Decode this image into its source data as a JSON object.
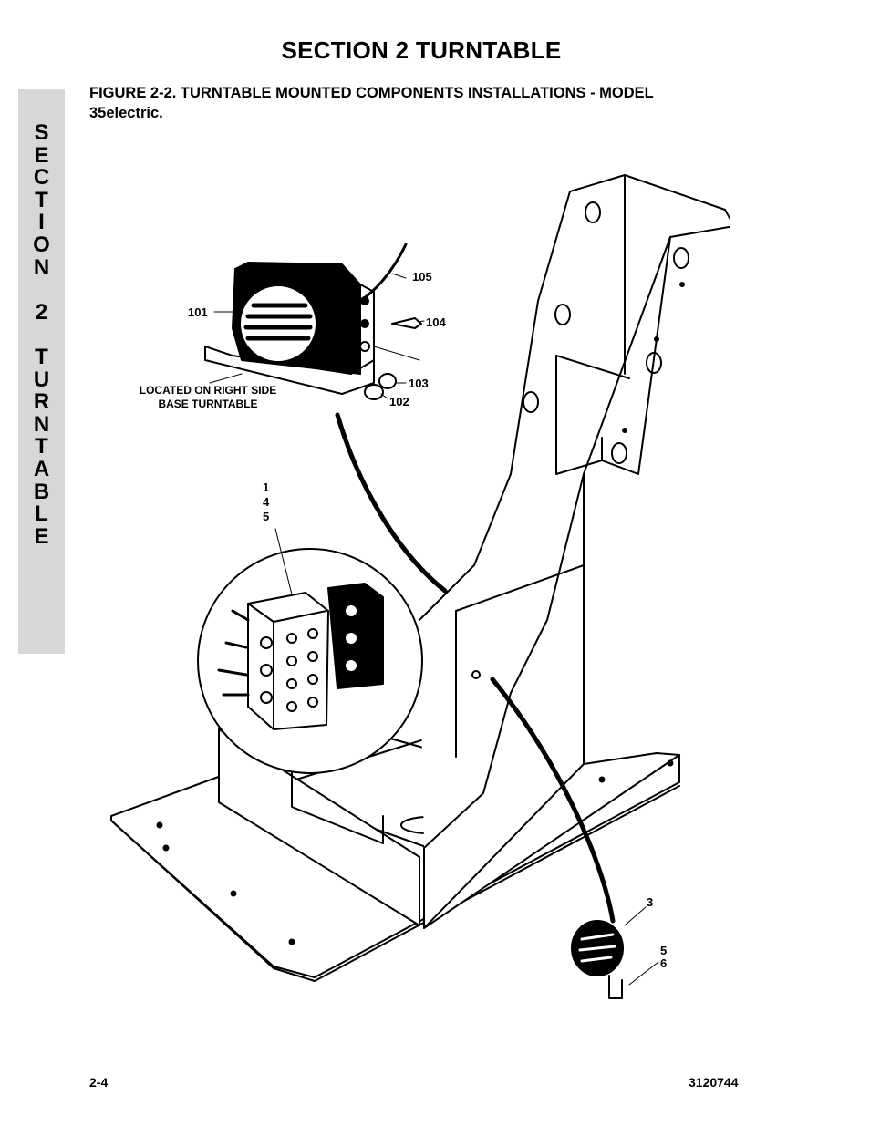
{
  "header": {
    "section_title": "SECTION 2  TURNTABLE"
  },
  "side_tab": {
    "letters": [
      "S",
      "E",
      "C",
      "T",
      "I",
      "O",
      "N",
      "",
      "2",
      "",
      "T",
      "U",
      "R",
      "N",
      "T",
      "A",
      "B",
      "L",
      "E"
    ]
  },
  "figure": {
    "caption_line1": "FIGURE 2-2.    TURNTABLE MOUNTED COMPONENTS INSTALLATIONS - MODEL",
    "caption_line2": "35electric."
  },
  "callouts": {
    "c101": "101",
    "c102": "102",
    "c103": "103",
    "c104": "104",
    "c105": "105",
    "c1": "1",
    "c4": "4",
    "c5": "5",
    "c3": "3",
    "c5b": "5",
    "c6": "6"
  },
  "note": {
    "line1": "LOCATED ON RIGHT SIDE",
    "line2": "BASE TURNTABLE"
  },
  "footer": {
    "page_number": "2-4",
    "doc_number": "3120744"
  }
}
